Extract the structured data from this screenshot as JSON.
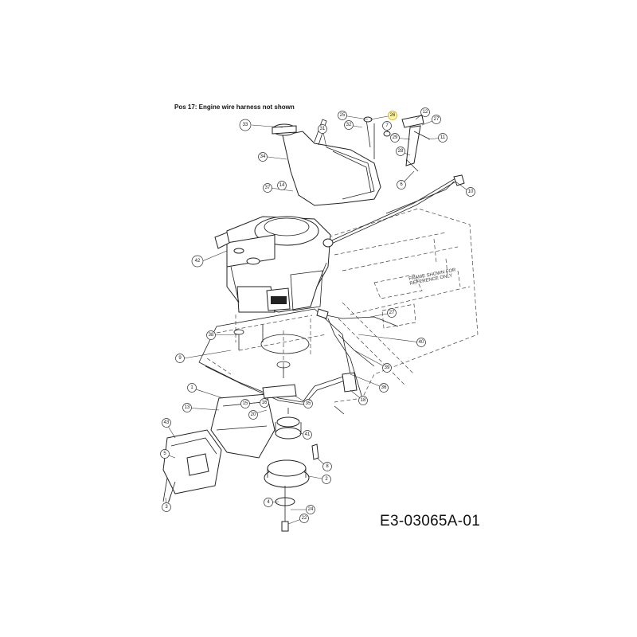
{
  "diagram": {
    "note": "Pos 17: Engine wire harness not shown",
    "drawing_code": "E3-03065A-01",
    "frame_note_line1": "FRAME SHOWN FOR",
    "frame_note_line2": "REFERENCE ONLY",
    "colors": {
      "line": "#222222",
      "highlight": "#fff7b0"
    },
    "callouts": [
      {
        "label": "25",
        "highlight": false
      },
      {
        "label": "26",
        "highlight": true
      },
      {
        "label": "12",
        "highlight": false
      },
      {
        "label": "27",
        "highlight": false
      },
      {
        "label": "33",
        "highlight": false
      },
      {
        "label": "31",
        "highlight": false
      },
      {
        "label": "32",
        "highlight": false
      },
      {
        "label": "7",
        "highlight": false
      },
      {
        "label": "29",
        "highlight": false
      },
      {
        "label": "28",
        "highlight": false
      },
      {
        "label": "11",
        "highlight": false
      },
      {
        "label": "6",
        "highlight": false
      },
      {
        "label": "10",
        "highlight": false
      },
      {
        "label": "37",
        "highlight": false
      },
      {
        "label": "34",
        "highlight": false
      },
      {
        "label": "14",
        "highlight": false
      },
      {
        "label": "42",
        "highlight": false
      },
      {
        "label": "27",
        "highlight": false
      },
      {
        "label": "38",
        "highlight": false
      },
      {
        "label": "9",
        "highlight": false
      },
      {
        "label": "40",
        "highlight": false
      },
      {
        "label": "39",
        "highlight": false
      },
      {
        "label": "36",
        "highlight": false
      },
      {
        "label": "18",
        "highlight": false
      },
      {
        "label": "35",
        "highlight": false
      },
      {
        "label": "1",
        "highlight": false
      },
      {
        "label": "13",
        "highlight": false
      },
      {
        "label": "15",
        "highlight": false
      },
      {
        "label": "20",
        "highlight": false
      },
      {
        "label": "16",
        "highlight": false
      },
      {
        "label": "43",
        "highlight": false
      },
      {
        "label": "5",
        "highlight": false
      },
      {
        "label": "41",
        "highlight": false
      },
      {
        "label": "8",
        "highlight": false
      },
      {
        "label": "2",
        "highlight": false
      },
      {
        "label": "3",
        "highlight": false
      },
      {
        "label": "4",
        "highlight": false
      },
      {
        "label": "24",
        "highlight": false
      },
      {
        "label": "22",
        "highlight": false
      }
    ]
  }
}
